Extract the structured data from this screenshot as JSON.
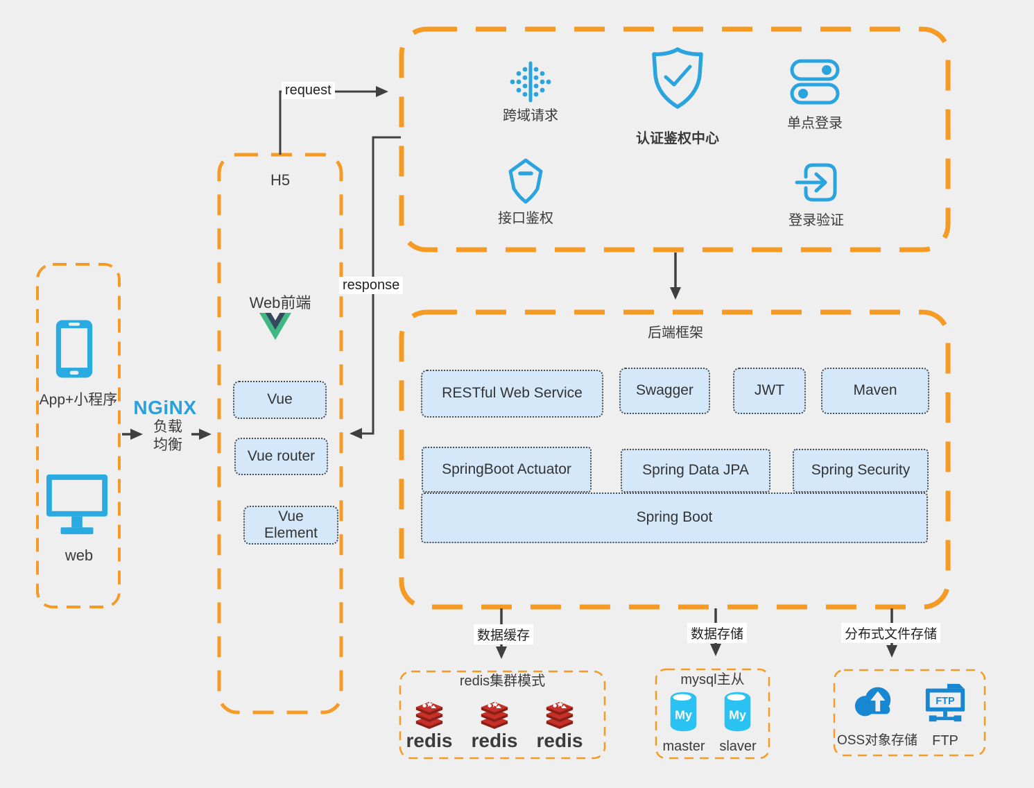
{
  "colors": {
    "background": "#efefef",
    "accent_orange": "#f59a23",
    "icon_blue": "#29a4de",
    "device_cyan": "#29abe2",
    "module_fill": "#d5e8fa",
    "vue_green": "#41b883",
    "vue_dark": "#34495e",
    "redis_red": "#c6302b",
    "mysql_cyan": "#29c2f2",
    "storage_blue": "#1787d2",
    "arrow_gray": "#3f3f3f",
    "nginx_blue": "#2aa0da"
  },
  "devices": {
    "app_label": "App+小程序",
    "web_label": "web"
  },
  "nginx": {
    "logo": "NGiNX",
    "caption_line1": "负载",
    "caption_line2": "均衡"
  },
  "frontend": {
    "box_title": "H5",
    "section_label": "Web前端",
    "modules": [
      "Vue",
      "Vue router",
      "Vue Element"
    ]
  },
  "auth": {
    "center_title": "认证鉴权中心",
    "features": [
      "跨域请求",
      "单点登录",
      "接口鉴权",
      "登录验证"
    ]
  },
  "backend": {
    "title": "后端框架",
    "row1": [
      "RESTful Web Service",
      "Swagger",
      "JWT",
      "Maven"
    ],
    "row2": [
      "SpringBoot Actuator",
      "Spring Data JPA",
      "Spring Security"
    ],
    "base": "Spring Boot"
  },
  "flows": {
    "request": "request",
    "response": "response",
    "cache": "数据缓存",
    "storage": "数据存储",
    "file_storage": "分布式文件存储"
  },
  "storage": {
    "redis": {
      "title": "redis集群模式",
      "nodes": [
        "redis",
        "redis",
        "redis"
      ]
    },
    "mysql": {
      "title": "mysql主从",
      "icon_text": "My",
      "labels": [
        "master",
        "slaver"
      ]
    },
    "files": {
      "oss_label": "OSS对象存储",
      "ftp_label": "FTP",
      "ftp_icon_text": "FTP"
    }
  }
}
